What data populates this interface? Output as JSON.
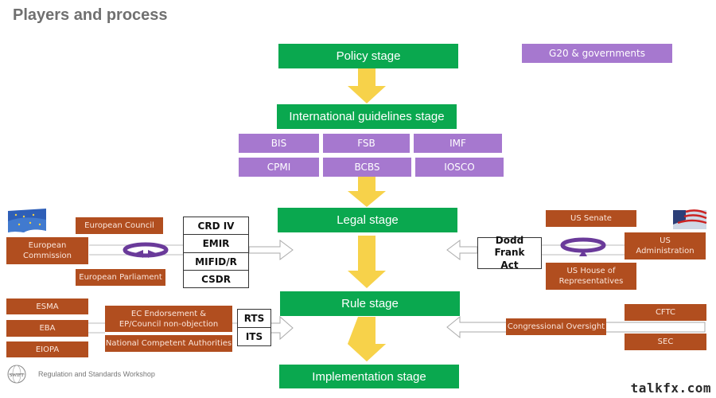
{
  "title": "Players and process",
  "stages": {
    "policy": "Policy stage",
    "international": "International guidelines stage",
    "legal": "Legal stage",
    "rule": "Rule stage",
    "implementation": "Implementation stage"
  },
  "g20": "G20 & governments",
  "bodies": [
    "BIS",
    "FSB",
    "IMF",
    "CPMI",
    "BCBS",
    "IOSCO"
  ],
  "eu": {
    "council": "European Council",
    "commission": "European Commission",
    "parliament": "European Parliament",
    "laws": [
      "CRD IV",
      "EMIR",
      "MIFID/R",
      "CSDR"
    ],
    "agencies": [
      "ESMA",
      "EBA",
      "EIOPA"
    ],
    "endorsement": "EC Endorsement & EP/Council non-objection",
    "nca": "National Competent Authorities",
    "standards": [
      "RTS",
      "ITS"
    ]
  },
  "us": {
    "senate": "US  Senate",
    "administration": "US Administration",
    "house": "US House of Representatives",
    "act": "Dodd Frank Act",
    "oversight": "Congressional Oversight",
    "agencies": [
      "CFTC",
      "SEC"
    ]
  },
  "footer": "Regulation and Standards Workshop",
  "logo": "SWIFT",
  "watermark": "talkfx.com",
  "colors": {
    "stage": "#0aa84f",
    "purple": "#a678cf",
    "brown": "#b14e1f",
    "arrow": "#f7d24a",
    "ring": "#6a3a9a"
  }
}
